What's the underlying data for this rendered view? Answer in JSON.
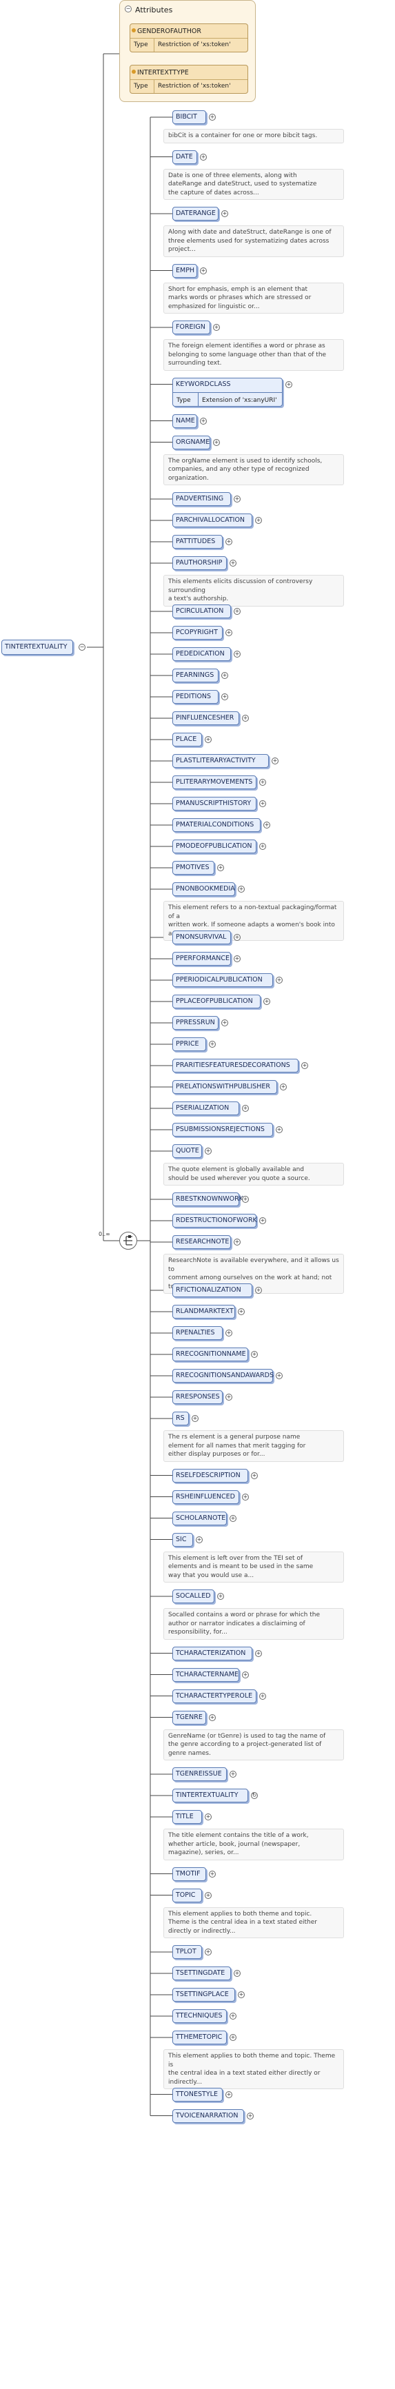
{
  "root": {
    "name": "TINTERTEXTUALITY"
  },
  "attributes": {
    "title": "Attributes",
    "items": [
      {
        "name": "GENDEROFAUTHOR",
        "type_label": "Type",
        "type_value": "Restriction of 'xs:token'"
      },
      {
        "name": "INTERTEXTTYPE",
        "type_label": "Type",
        "type_value": "Restriction of 'xs:token'"
      }
    ]
  },
  "choice": {
    "cardinality": "0..∞"
  },
  "elements": [
    {
      "name": "BIBCIT",
      "doc": [
        "bibCit is a container for one or more bibcit tags."
      ]
    },
    {
      "name": "DATE",
      "doc": [
        "Date is one of three elements, along with",
        "dateRange and dateStruct, used to systematize",
        "the capture of dates across..."
      ]
    },
    {
      "name": "DATERANGE",
      "doc": [
        "Along with date and dateStruct, dateRange is one of",
        "three elements used for systematizing dates across",
        "project..."
      ]
    },
    {
      "name": "EMPH",
      "doc": [
        "Short for emphasis, emph is an element that",
        "marks words or phrases which are stressed or",
        "emphasized for linguistic or..."
      ]
    },
    {
      "name": "FOREIGN",
      "doc": [
        "The foreign element identifies a word or phrase as",
        "belonging to some language other than that of the",
        "surrounding text."
      ]
    },
    {
      "name": "KEYWORDCLASS",
      "type_label": "Type",
      "type_value": "Extension of 'xs:anyURI'"
    },
    {
      "name": "NAME"
    },
    {
      "name": "ORGNAME",
      "doc": [
        "The orgName element is used to identify schools,",
        "companies, and any other type of recognized",
        "organization."
      ]
    },
    {
      "name": "PADVERTISING"
    },
    {
      "name": "PARCHIVALLOCATION"
    },
    {
      "name": "PATTITUDES"
    },
    {
      "name": "PAUTHORSHIP",
      "doc": [
        "This elements elicits discussion of controversy surrounding",
        "a text's authorship."
      ]
    },
    {
      "name": "PCIRCULATION"
    },
    {
      "name": "PCOPYRIGHT"
    },
    {
      "name": "PEDEDICATION"
    },
    {
      "name": "PEARNINGS"
    },
    {
      "name": "PEDITIONS"
    },
    {
      "name": "PINFLUENCESHER"
    },
    {
      "name": "PLACE"
    },
    {
      "name": "PLASTLITERARYACTIVITY"
    },
    {
      "name": "PLITERARYMOVEMENTS"
    },
    {
      "name": "PMANUSCRIPTHISTORY"
    },
    {
      "name": "PMATERIALCONDITIONS"
    },
    {
      "name": "PMODEOFPUBLICATION"
    },
    {
      "name": "PMOTIVES"
    },
    {
      "name": "PNONBOOKMEDIA",
      "doc": [
        "This element refers to a non-textual packaging/format of a",
        "written work. If someone adapts a women's book into a opera..."
      ]
    },
    {
      "name": "PNONSURVIVAL"
    },
    {
      "name": "PPERFORMANCE"
    },
    {
      "name": "PPERIODICALPUBLICATION"
    },
    {
      "name": "PPLACEOFPUBLICATION"
    },
    {
      "name": "PPRESSRUN"
    },
    {
      "name": "PPRICE"
    },
    {
      "name": "PRARITIESFEATURESDECORATIONS"
    },
    {
      "name": "PRELATIONSWITHPUBLISHER"
    },
    {
      "name": "PSERIALIZATION"
    },
    {
      "name": "PSUBMISSIONSREJECTIONS"
    },
    {
      "name": "QUOTE",
      "doc": [
        "The quote element is globally available and",
        "should be used wherever you quote a source."
      ]
    },
    {
      "name": "RBESTKNOWNWORK"
    },
    {
      "name": "RDESTRUCTIONOFWORK"
    },
    {
      "name": "RESEARCHNOTE",
      "doc": [
        "ResearchNote is available everywhere, and it allows us to",
        "comment among ourselves on the work at hand; not to be..."
      ]
    },
    {
      "name": "RFICTIONALIZATION"
    },
    {
      "name": "RLANDMARKTEXT"
    },
    {
      "name": "RPENALTIES"
    },
    {
      "name": "RRECOGNITIONNAME"
    },
    {
      "name": "RRECOGNITIONSANDAWARDS"
    },
    {
      "name": "RRESPONSES"
    },
    {
      "name": "RS",
      "doc": [
        "The rs element is a general purpose name",
        "element for all names that merit tagging for",
        "either display purposes or for..."
      ]
    },
    {
      "name": "RSELFDESCRIPTION"
    },
    {
      "name": "RSHEINFLUENCED"
    },
    {
      "name": "SCHOLARNOTE"
    },
    {
      "name": "SIC",
      "doc": [
        "This element is left over from the TEI set of",
        "elements and is meant to be used in the same",
        "way that you would use a..."
      ]
    },
    {
      "name": "SOCALLED",
      "doc": [
        "Socalled contains a word or phrase for which the",
        "author or narrator indicates a disclaiming of",
        "responsibility, for..."
      ]
    },
    {
      "name": "TCHARACTERIZATION"
    },
    {
      "name": "TCHARACTERNAME"
    },
    {
      "name": "TCHARACTERTYPEROLE"
    },
    {
      "name": "TGENRE",
      "doc": [
        "GenreName (or tGenre) is used to tag the name of",
        "the genre according to a project-generated list of",
        "genre names."
      ]
    },
    {
      "name": "TGENREISSUE"
    },
    {
      "name": "TINTERTEXTUALITY",
      "recursive": true
    },
    {
      "name": "TITLE",
      "doc": [
        "The title element contains the title of a work,",
        "whether article, book, journal (newspaper,",
        "magazine), series, or..."
      ]
    },
    {
      "name": "TMOTIF"
    },
    {
      "name": "TOPIC",
      "doc": [
        "This element applies to both theme and topic.",
        "Theme is the central idea in a text stated either",
        "directly or indirectly..."
      ]
    },
    {
      "name": "TPLOT"
    },
    {
      "name": "TSETTINGDATE"
    },
    {
      "name": "TSETTINGPLACE"
    },
    {
      "name": "TTECHNIQUES"
    },
    {
      "name": "TTHEMETOPIC",
      "doc": [
        "This element applies to both theme and topic. Theme is",
        "the central idea in a text stated either directly or",
        "indirectly..."
      ]
    },
    {
      "name": "TTONESTYLE"
    },
    {
      "name": "TVOICENARRATION"
    }
  ]
}
